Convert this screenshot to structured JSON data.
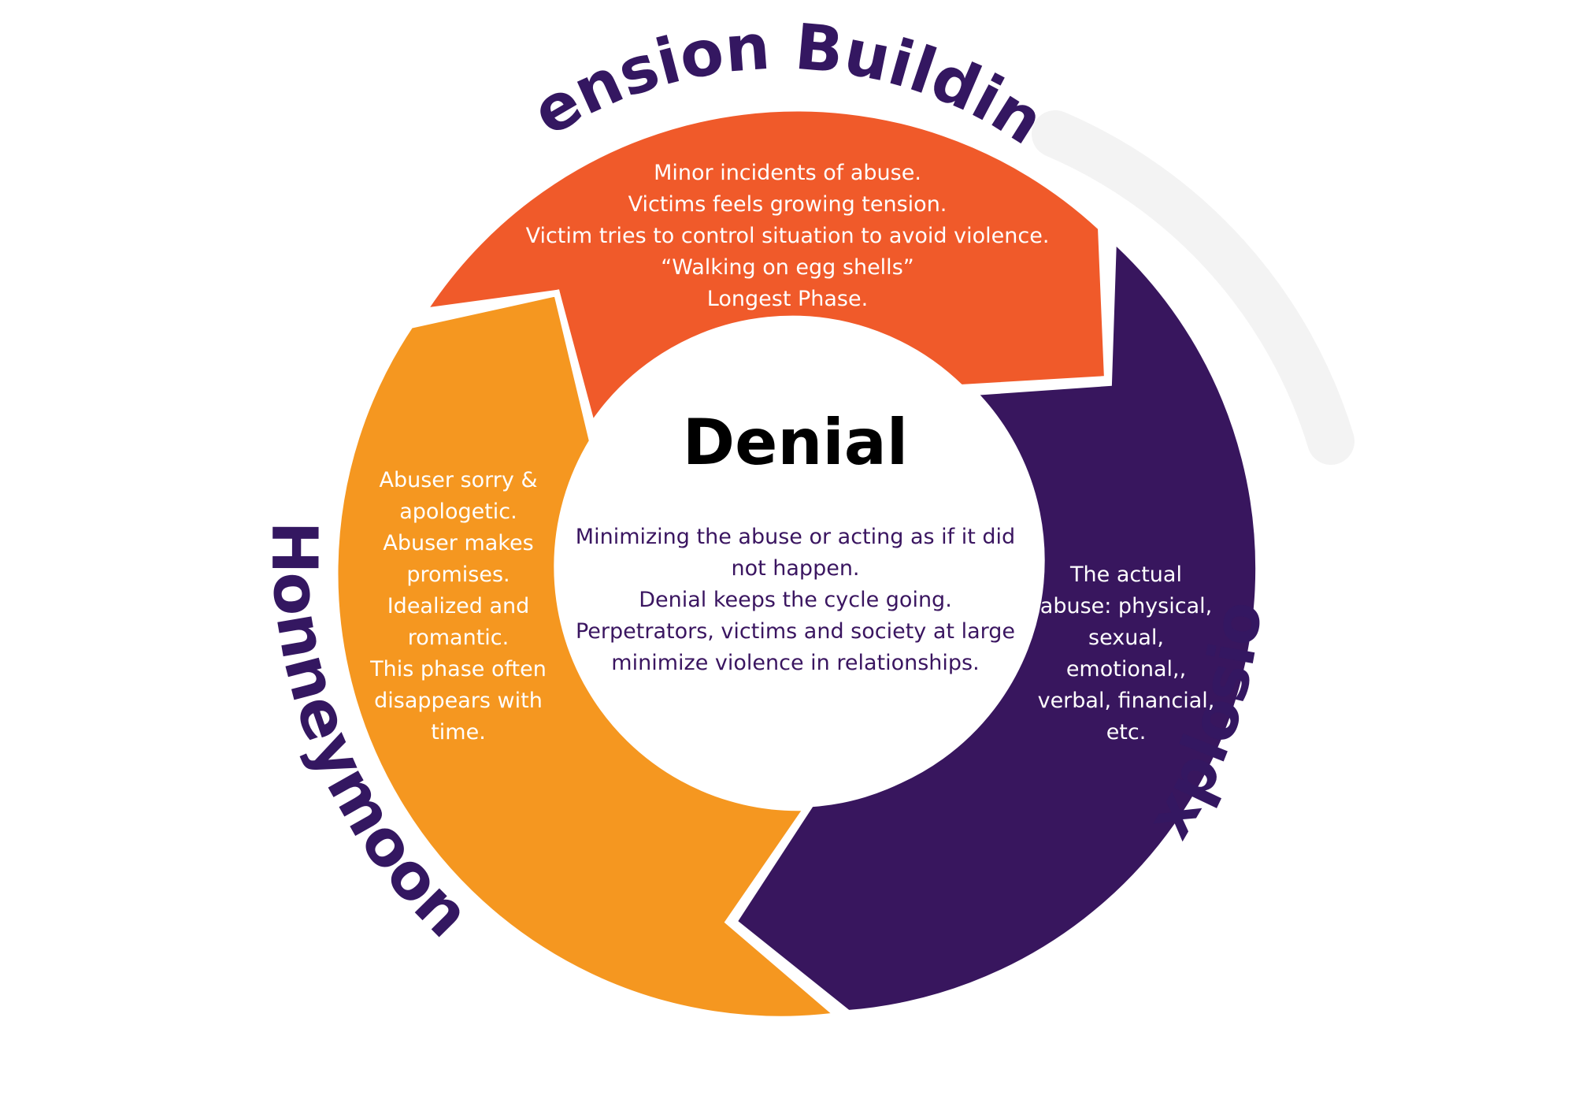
{
  "colors": {
    "tension": "#f05a2a",
    "honeymoon": "#f59720",
    "explosion": "#38165e",
    "label": "#341761",
    "center_body_text": "#3a1560",
    "center_title_text": "#000000",
    "phase_text": "#ffffff"
  },
  "labels": {
    "tension_building": "Tension Building",
    "honeymoon": "Honneymoon",
    "explosion": "Explosion"
  },
  "center": {
    "title": "Denial",
    "lines": [
      "Minimizing the abuse or acting as if it did",
      "not happen.",
      "Denial keeps the cycle going.",
      "Perpetrators, victims and society at large",
      "minimize violence in relationships."
    ]
  },
  "phases": {
    "tension": [
      "Minor incidents of abuse.",
      "Victims feels growing tension.",
      "Victim tries to control situation to avoid violence.",
      "“Walking on egg shells”",
      "Longest Phase."
    ],
    "honeymoon": [
      "Abuser sorry &",
      "apologetic.",
      "Abuser makes",
      "promises.",
      "Idealized and",
      "romantic.",
      "This phase often",
      "disappears with",
      "time."
    ],
    "explosion": [
      "The actual",
      "abuse: physical,",
      "sexual,",
      "emotional,,",
      "verbal, financial,",
      "etc."
    ]
  }
}
